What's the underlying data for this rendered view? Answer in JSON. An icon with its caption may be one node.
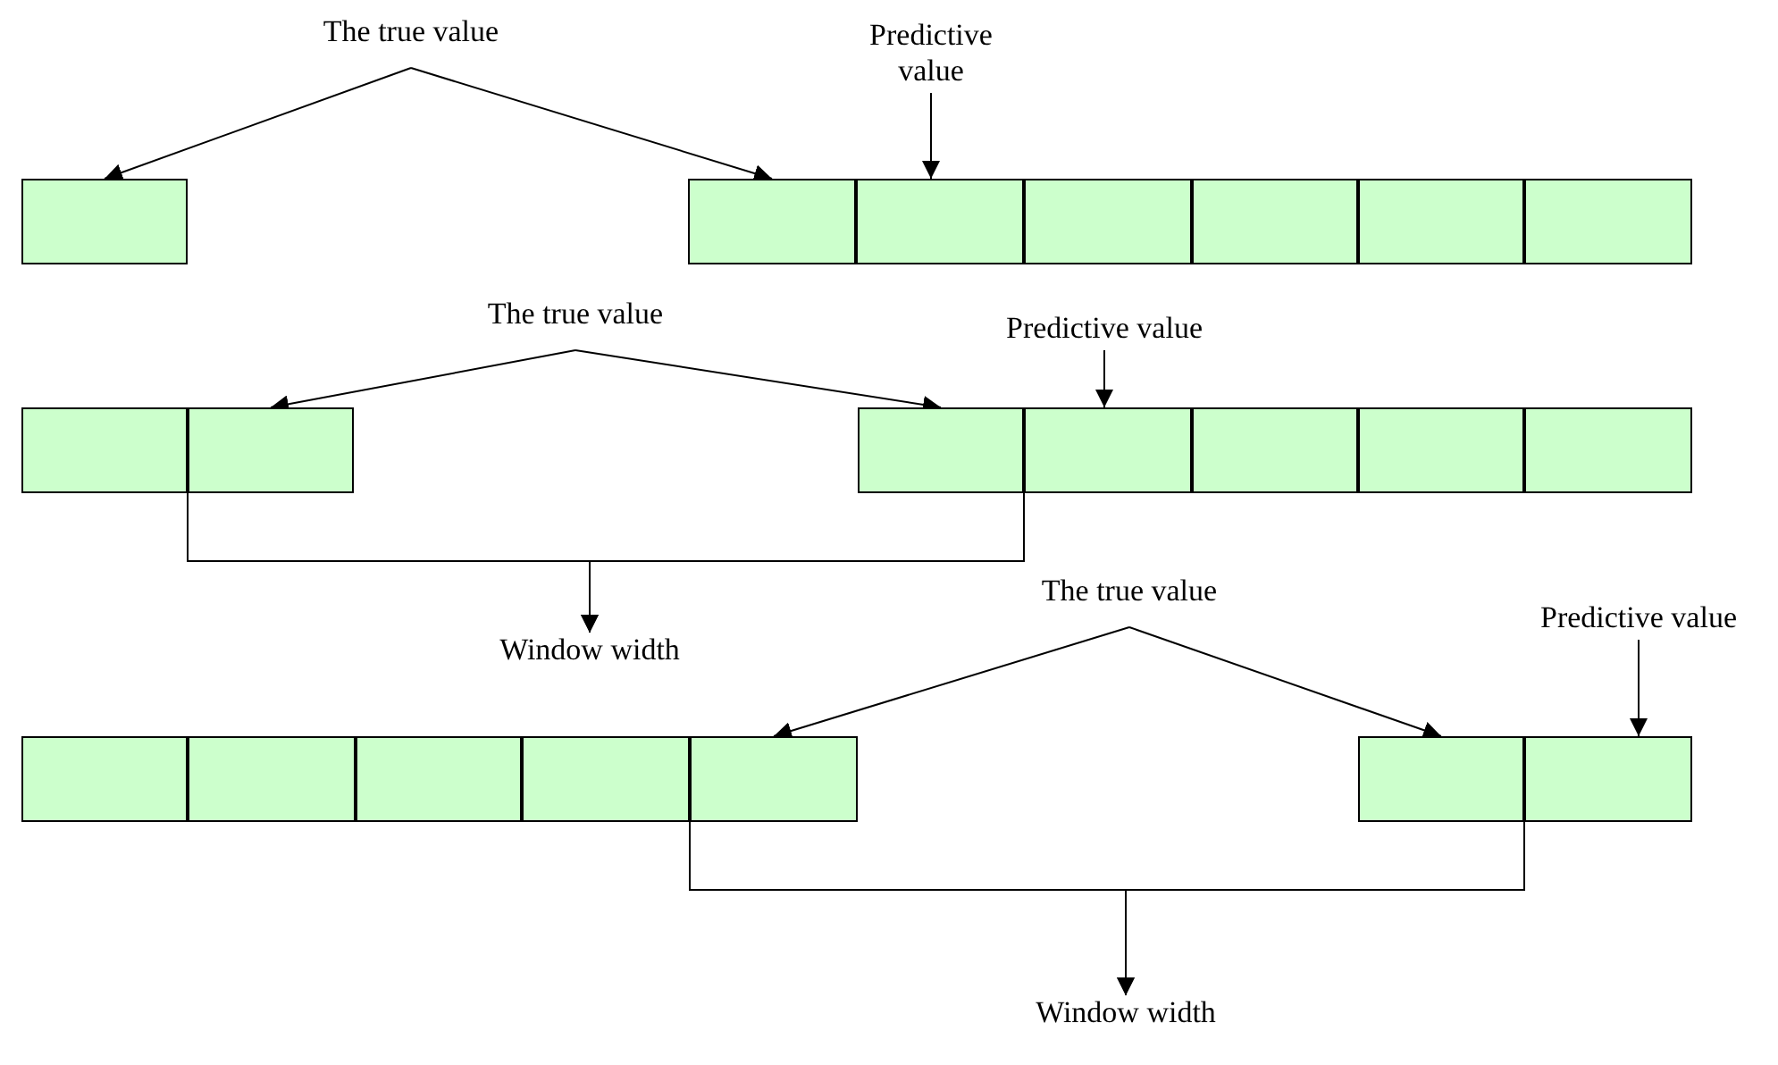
{
  "diagram": {
    "nodes": [
      {
        "text": [
          "The true value"
        ]
      },
      {
        "text": [
          "Predictive value"
        ]
      },
      {
        "text": [],
        "shape": "box"
      },
      {
        "text": [],
        "shape": "box"
      },
      {
        "text": [],
        "shape": "box"
      },
      {
        "text": [],
        "shape": "box"
      },
      {
        "text": [],
        "shape": "box"
      },
      {
        "text": [],
        "shape": "box"
      },
      {
        "text": [],
        "shape": "box"
      },
      {
        "text": [
          "The true value"
        ]
      },
      {
        "text": [
          "Predictive value"
        ]
      },
      {
        "text": [],
        "shape": "box"
      },
      {
        "text": [],
        "shape": "box"
      },
      {
        "text": [],
        "shape": "box"
      },
      {
        "text": [],
        "shape": "box"
      },
      {
        "text": [],
        "shape": "box"
      },
      {
        "text": [],
        "shape": "box"
      },
      {
        "text": [],
        "shape": "box"
      },
      {
        "text": [
          "Window width"
        ]
      },
      {
        "text": [
          "The true value"
        ]
      },
      {
        "text": [
          "Predictive value"
        ]
      },
      {
        "text": [],
        "shape": "box"
      },
      {
        "text": [],
        "shape": "box"
      },
      {
        "text": [],
        "shape": "box"
      },
      {
        "text": [],
        "shape": "box"
      },
      {
        "text": [],
        "shape": "box"
      },
      {
        "text": [],
        "shape": "box"
      },
      {
        "text": [],
        "shape": "box"
      },
      {
        "text": [
          "Window width"
        ]
      }
    ],
    "edges": [
      {
        "from": 0,
        "to": 2,
        "arrow": "to"
      },
      {
        "from": 0,
        "to": 3,
        "arrow": "to"
      },
      {
        "from": 1,
        "to": 4,
        "arrow": "to"
      },
      {
        "from": 9,
        "to": 12,
        "arrow": "to"
      },
      {
        "from": 9,
        "to": 13,
        "arrow": "to"
      },
      {
        "from": 10,
        "to": 14,
        "arrow": "to"
      },
      {
        "from": 12,
        "to": 18,
        "arrow": "to"
      },
      {
        "from": 14,
        "to": 18,
        "arrow": "to"
      },
      {
        "from": 19,
        "to": 25,
        "arrow": "to"
      },
      {
        "from": 19,
        "to": 26,
        "arrow": "to"
      },
      {
        "from": 20,
        "to": 27,
        "arrow": "to"
      },
      {
        "from": 25,
        "to": 28,
        "arrow": "to"
      },
      {
        "from": 27,
        "to": 28,
        "arrow": "to"
      }
    ]
  }
}
